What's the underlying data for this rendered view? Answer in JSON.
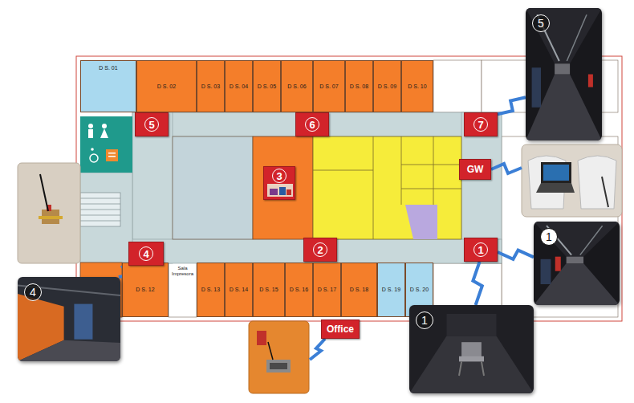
{
  "diagram": {
    "nodes": [
      {
        "text": [
          "D S. 01"
        ]
      },
      {
        "text": [
          "D S. 02"
        ]
      },
      {
        "text": [
          "D S. 03"
        ]
      },
      {
        "text": [
          "D S. 04"
        ]
      },
      {
        "text": [
          "D S. 05"
        ]
      },
      {
        "text": [
          "D S. 06"
        ]
      },
      {
        "text": [
          "D S. 07"
        ]
      },
      {
        "text": [
          "D S. 08"
        ]
      },
      {
        "text": [
          "D S. 09"
        ]
      },
      {
        "text": [
          "D S. 10"
        ]
      },
      {
        "text": [
          "D S. 12"
        ]
      },
      {
        "text": [
          "D S. 13"
        ]
      },
      {
        "text": [
          "D S. 14"
        ]
      },
      {
        "text": [
          "D S. 15"
        ]
      },
      {
        "text": [
          "D S. 16"
        ]
      },
      {
        "text": [
          "D S. 17"
        ]
      },
      {
        "text": [
          "D S. 18"
        ]
      },
      {
        "text": [
          "D S. 19"
        ]
      },
      {
        "text": [
          "D S. 20"
        ]
      },
      {
        "text": [
          "5"
        ]
      },
      {
        "text": [
          "6"
        ]
      },
      {
        "text": [
          "7"
        ]
      },
      {
        "text": [
          "GW"
        ]
      },
      {
        "text": [
          "3"
        ]
      },
      {
        "text": [
          "4"
        ]
      },
      {
        "text": [
          "2"
        ]
      },
      {
        "text": [
          "1"
        ]
      },
      {
        "text": [
          "Office"
        ]
      },
      {
        "text": [
          "5"
        ]
      },
      {
        "text": [
          "1"
        ]
      },
      {
        "text": [
          "1"
        ]
      },
      {
        "text": [
          "4"
        ]
      }
    ],
    "edges": [
      {
        "from": 21,
        "to": 28,
        "arrow": "none"
      },
      {
        "from": 26,
        "to": 29,
        "arrow": "none"
      },
      {
        "from": 26,
        "to": 30,
        "arrow": "none"
      },
      {
        "from": 24,
        "to": 31,
        "arrow": "none"
      }
    ],
    "labels": [
      "Sala Impresora"
    ]
  }
}
